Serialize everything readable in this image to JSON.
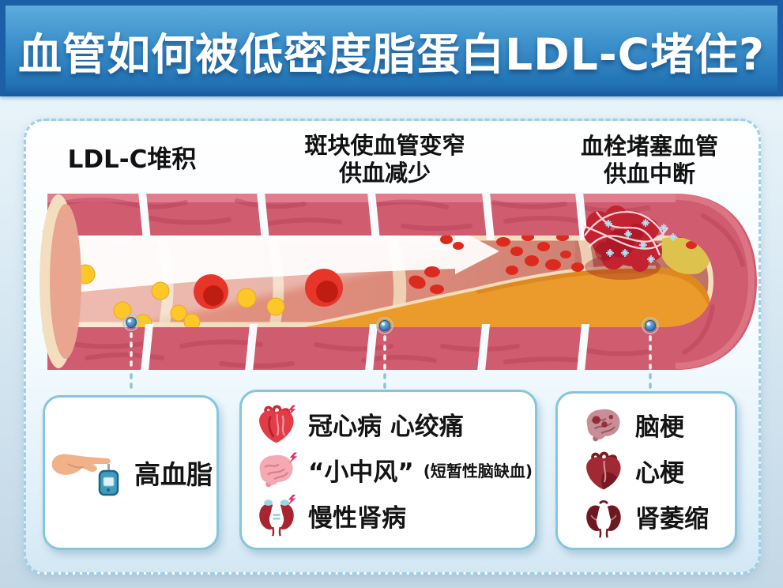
{
  "header": {
    "title": "血管如何被低密度脂蛋白LDL-C堵住?"
  },
  "stages": [
    {
      "id": "stage-1",
      "label_lines": [
        "LDL-C堆积",
        ""
      ]
    },
    {
      "id": "stage-2",
      "label_lines": [
        "斑块使血管变窄",
        "供血减少"
      ]
    },
    {
      "id": "stage-3",
      "label_lines": [
        "血栓堵塞血管",
        "供血中断"
      ]
    }
  ],
  "cards": [
    {
      "id": "card-hyperlipidemia",
      "rows": [
        {
          "icon": "glucose-meter-hand-icon",
          "label": "高血脂",
          "note": ""
        }
      ]
    },
    {
      "id": "card-ischemia-outcomes",
      "rows": [
        {
          "icon": "heart-pain-icon",
          "label": "冠心病  心绞痛",
          "note": ""
        },
        {
          "icon": "brain-pain-icon",
          "label": "“小中风”",
          "note": "(短暂性脑缺血)"
        },
        {
          "icon": "kidney-pain-icon",
          "label": "慢性肾病",
          "note": ""
        }
      ]
    },
    {
      "id": "card-infarction-outcomes",
      "rows": [
        {
          "icon": "brain-infarct-icon",
          "label": "脑梗",
          "note": ""
        },
        {
          "icon": "heart-infarct-icon",
          "label": "心梗",
          "note": ""
        },
        {
          "icon": "kidney-atrophy-icon",
          "label": "肾萎缩",
          "note": ""
        }
      ]
    }
  ],
  "colors": {
    "header_blue": "#3c90cb",
    "header_border": "#1c5fa6",
    "panel_border": "#9fcfe6",
    "card_border": "#85c6dc",
    "wall_pink": "#d05c70",
    "lumen_salmon": "#dd8a7a",
    "lining_cream": "#f3dfbf",
    "plaque_orange": "#ea9b2b",
    "plaque_yellow": "#ddc24e",
    "ldl_yellow": "#fcc829",
    "rbc_red": "#e63226",
    "thrombus_red": "#c32230",
    "fibrin_blue": "#aee0f6",
    "pin_blue": "#2e78c0",
    "text_black": "#141414",
    "title_white": "#ffffff"
  }
}
